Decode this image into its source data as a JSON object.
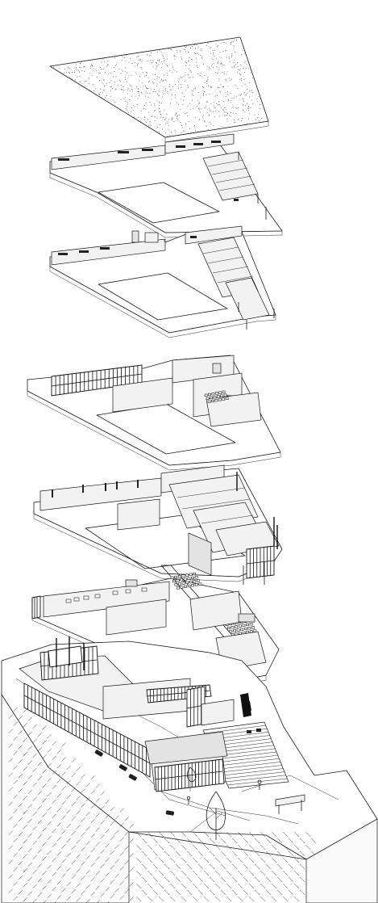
{
  "diagram": {
    "type": "exploded-axonometric",
    "layers": [
      {
        "id": "roof",
        "kind": "roof-slab"
      },
      {
        "id": "level-5",
        "kind": "floor-plate"
      },
      {
        "id": "level-4",
        "kind": "floor-plate"
      },
      {
        "id": "level-3",
        "kind": "floor-plate"
      },
      {
        "id": "level-2",
        "kind": "floor-plate"
      },
      {
        "id": "level-1",
        "kind": "floor-plate-with-seating"
      },
      {
        "id": "ground",
        "kind": "site-terrain"
      }
    ],
    "colors": {
      "line": "#1a1a1a",
      "paper": "#ffffff",
      "wall": "#f2f2f2",
      "stipple": "#3a3a3a"
    }
  }
}
